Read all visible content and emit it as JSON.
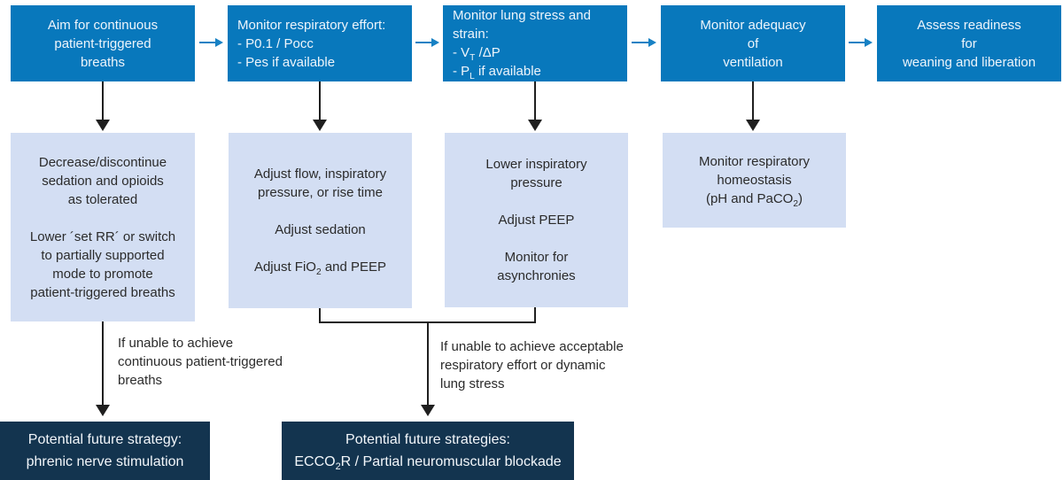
{
  "colors": {
    "primary_blue": "#0878bc",
    "light_blue": "#d3def3",
    "dark_navy": "#13344f",
    "arrow_black": "#1f1f1f",
    "text_dark": "#2b2b2b",
    "text_on_blue": "#eef5fb"
  },
  "top_boxes": {
    "aim": {
      "lines": [
        "Aim for continuous",
        "patient-triggered",
        "breaths"
      ]
    },
    "effort": {
      "heading": "Monitor respiratory effort:",
      "bullets": [
        "- P0.1 / Pocc",
        "- Pes if available"
      ]
    },
    "stress": {
      "heading": "Monitor lung stress and strain:",
      "b1": {
        "pre": "- V",
        "sub": "T",
        "post": " /ΔP"
      },
      "b2": {
        "pre": "- P",
        "sub": "L",
        "post": " if available"
      }
    },
    "adequacy": {
      "lines": [
        "Monitor adequacy",
        "of",
        "ventilation"
      ]
    },
    "readiness": {
      "lines": [
        "Assess readiness",
        "for",
        "weaning and liberation"
      ]
    }
  },
  "light_boxes": {
    "sedation": {
      "para1": [
        "Decrease/discontinue",
        "sedation and opioids",
        "as tolerated"
      ],
      "para2": [
        "Lower ´set RR´ or switch",
        "to partially supported",
        "mode to promote",
        "patient-triggered breaths"
      ]
    },
    "flow": {
      "para1": [
        "Adjust flow, inspiratory",
        "pressure, or rise time"
      ],
      "para2": [
        "Adjust sedation"
      ],
      "para3": {
        "pre": "Adjust FiO",
        "sub": "2",
        "post": " and PEEP"
      }
    },
    "pressure": {
      "para1": [
        "Lower inspiratory",
        "pressure"
      ],
      "para2": [
        "Adjust PEEP"
      ],
      "para3": [
        "Monitor for",
        "asynchronies"
      ]
    },
    "homeostasis": {
      "lines": [
        "Monitor respiratory",
        "homeostasis"
      ],
      "line3": {
        "pre": "(pH and PaCO",
        "sub": "2",
        "post": ")"
      }
    }
  },
  "branch_labels": {
    "left": [
      "If unable to achieve",
      "continuous patient-triggered",
      "breaths"
    ],
    "right": [
      "If unable to achieve acceptable",
      "respiratory effort or dynamic",
      "lung stress"
    ]
  },
  "future_boxes": {
    "phrenic": {
      "lines": [
        "Potential future strategy:",
        "phrenic nerve stimulation"
      ]
    },
    "ecco": {
      "line1": "Potential future strategies:",
      "line2": {
        "pre": "ECCO",
        "sub": "2",
        "post": "R / Partial neuromuscular blockade"
      }
    }
  }
}
